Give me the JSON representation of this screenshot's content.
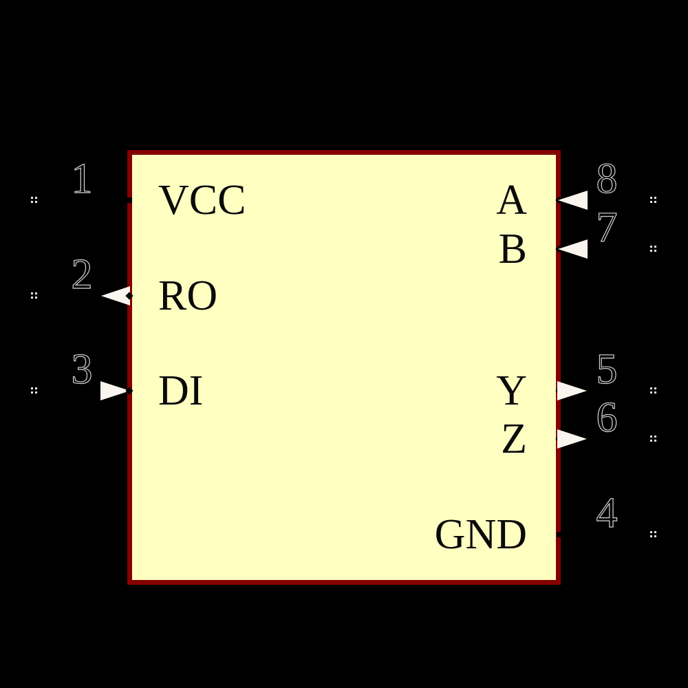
{
  "background": "#000000",
  "symbol": {
    "body": {
      "fill": "#FFFFC2",
      "border_color": "#840000"
    },
    "arrow_color": "#FAF5EF",
    "pins": {
      "left": [
        {
          "number": "1",
          "name": "VCC",
          "arrow": "none"
        },
        {
          "number": "2",
          "name": "RO",
          "arrow": "out"
        },
        {
          "number": "3",
          "name": "DI",
          "arrow": "in"
        }
      ],
      "right": [
        {
          "number": "8",
          "name": "A",
          "arrow": "in"
        },
        {
          "number": "7",
          "name": "B",
          "arrow": "in"
        },
        {
          "number": "5",
          "name": "Y",
          "arrow": "out"
        },
        {
          "number": "6",
          "name": "Z",
          "arrow": "out"
        },
        {
          "number": "4",
          "name": "GND",
          "arrow": "none"
        }
      ]
    }
  }
}
